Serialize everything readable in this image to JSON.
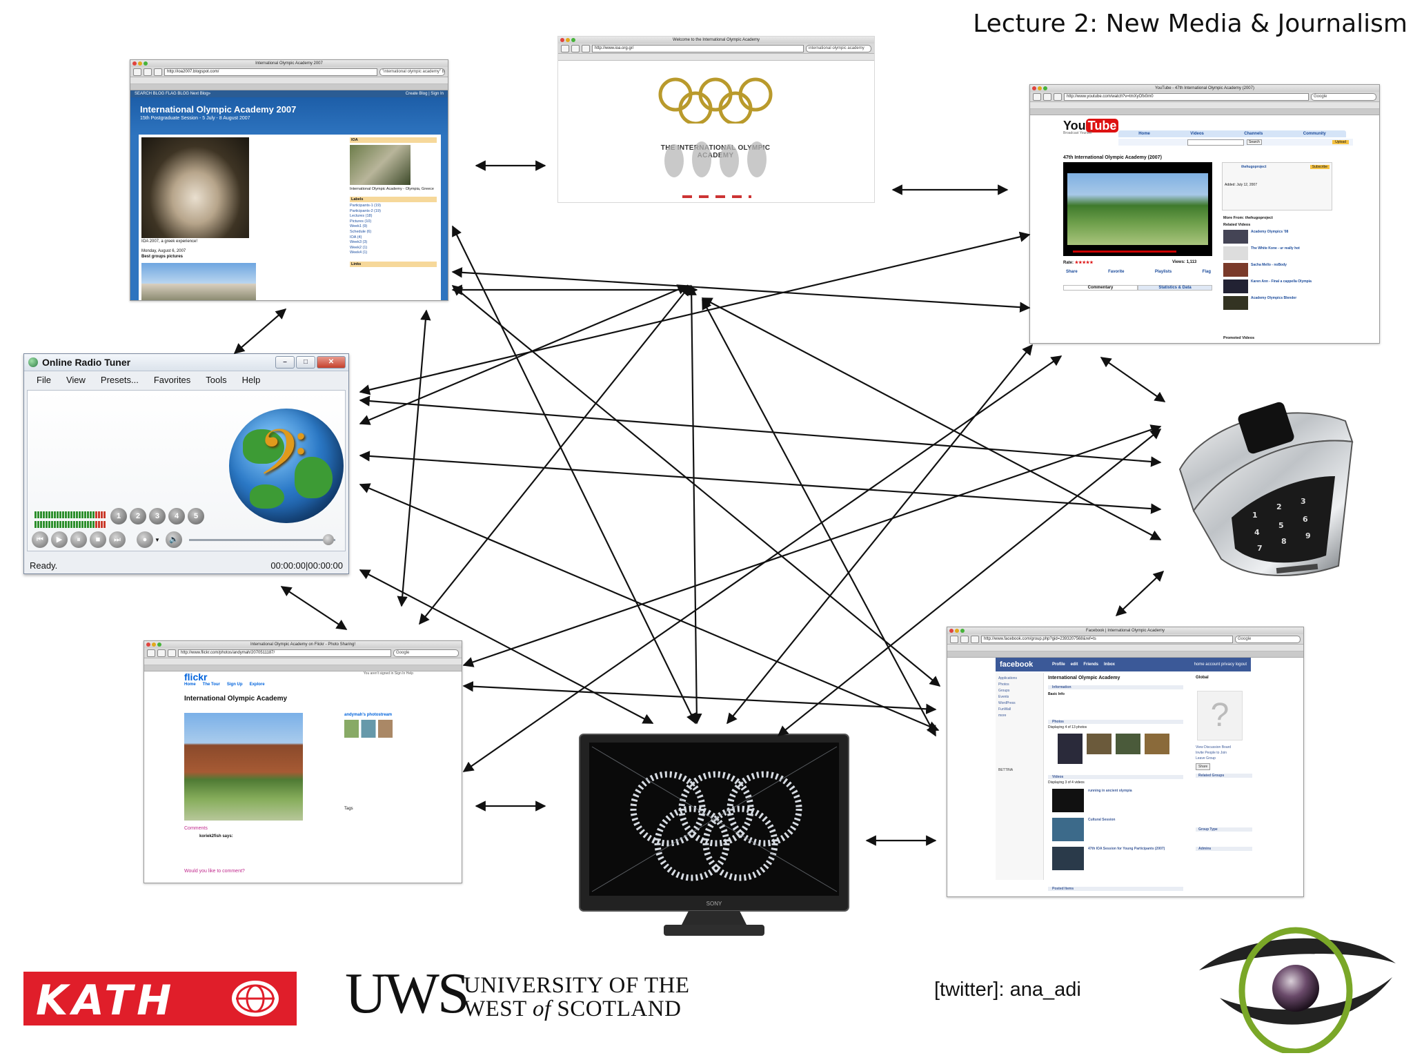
{
  "lecture_title": "Lecture 2: New Media & Journalism",
  "blogger": {
    "window_title": "International Olympic Academy 2007",
    "url": "http://ioa2007.blogspot.com/",
    "search": "\"international olympic academy\" blogger",
    "header_title": "International Olympic Academy 2007",
    "subtitle": "15th Postgraduate Session - 5 July - 8 August 2007",
    "nav_left": "SEARCH BLOG  FLAG BLOG  Next Blog»",
    "nav_right": "Create Blog | Sign In",
    "sidebar_heading": "IOA",
    "photo_caption": "International Olympic Academy - Olympia, Greece",
    "labels_heading": "Labels",
    "labels": [
      "Participants-1 (19)",
      "Participants-2 (19)",
      "Lectures (18)",
      "Pictures (10)",
      "Week1 (9)",
      "Schedule (6)",
      "IOA (4)",
      "Week3 (3)",
      "Week2 (1)",
      "Week4 (1)"
    ],
    "links_heading": "Links",
    "post_caption": "IOA 2007, a greek experience!",
    "post_date": "Monday, August 6, 2007",
    "post_title": "Best groups pictures"
  },
  "ioa_site": {
    "window_title": "Welcome to the International Olympic Academy",
    "url": "http://www.ioa.org.gr/",
    "search": "international olympic academy",
    "logo_text": "THE INTERNATIONAL OLYMPIC ACADEMY"
  },
  "youtube": {
    "window_title": "YouTube - 47th International Olympic Academy (2007)",
    "url": "http://www.youtube.com/watch?v=tmXyOfx0m0",
    "search": "Google",
    "brand_you": "You",
    "brand_tube": "Tube",
    "tagline": "Broadcast Yourself",
    "nav": [
      "Home",
      "Videos",
      "Channels",
      "Community"
    ],
    "upload": "Upload",
    "search_btn": "Search",
    "video_title": "47th International Olympic Academy (2007)",
    "rate": "Rate:",
    "views": "Views: 1,113",
    "actions": [
      "Share",
      "Favorite",
      "Playlists",
      "Flag"
    ],
    "tabs": [
      "Commentary",
      "Statistics & Data"
    ],
    "uploader": "thehugoproject",
    "subscribe": "Subscribe",
    "added": "Added: July 12, 2007",
    "more_from": "More From: thehugoproject",
    "related": "Related Videos",
    "related_titles": [
      "Academy Olympics '08",
      "The White Kone - ur really hot",
      "Sacha Mello - noBody",
      "Karen Ann - Final a cappella Olympia",
      "Academy Olympics Blender"
    ],
    "promoted": "Promoted Videos"
  },
  "radio": {
    "title": "Online Radio Tuner",
    "menu": [
      "File",
      "View",
      "Presets...",
      "Favorites",
      "Tools",
      "Help"
    ],
    "presets": [
      "1",
      "2",
      "3",
      "4",
      "5"
    ],
    "status": "Ready.",
    "time": "00:00:00|00:00:00"
  },
  "flickr": {
    "window_title": "International Olympic Academy on Flickr - Photo Sharing!",
    "url": "http://www.flickr.com/photos/andymah/2070511187/",
    "search": "Google",
    "logo": "flickr",
    "nav": [
      "Home",
      "The Tour",
      "Sign Up",
      "Explore"
    ],
    "signin": "You aren't signed in   Sign In   Help",
    "photo_title": "International Olympic Academy",
    "owner": "andymah's photostream",
    "comments_heading": "Comments",
    "commenter": "koriek2fish says:",
    "comment_prompt": "Would you like to comment?",
    "tags_heading": "Tags"
  },
  "facebook": {
    "window_title": "Facebook | International Olympic Academy",
    "url": "http://www.facebook.com/group.php?gid=2393207568&ref=ts",
    "search": "Google",
    "logo": "facebook",
    "nav": [
      "Profile",
      "edit",
      "Friends",
      "Inbox"
    ],
    "nav_right": "home  account  privacy  logout",
    "group_title": "International Olympic Academy",
    "scope": "Global",
    "sections": [
      "Information",
      "Photos",
      "Videos",
      "Posted Items"
    ],
    "basic_info": "Basic Info",
    "photos_count": "Displaying 4 of 13 photos",
    "videos_count": "Displaying 3 of 4 videos",
    "video_items": [
      "running in ancient olympia",
      "Cultural Session",
      "47th IOA Session for Young Participants (2007)"
    ],
    "side_links": [
      "View Discussion Board",
      "Invite People to Join",
      "Leave Group"
    ],
    "share": "Share",
    "related_groups": "Related Groups",
    "group_type": "Group Type",
    "admins": "Admins",
    "sidebar_links": [
      "Applications",
      "Photos",
      "Groups",
      "Events",
      "WordPress",
      "FunWall",
      "more"
    ],
    "user": "BETTINA"
  },
  "tv": {
    "brand": "SONY"
  },
  "footer": {
    "katho": "KATH",
    "uws_letters": "UWS",
    "uws_line1": "UNIVERSITY OF THE",
    "uws_line2_a": "WEST",
    "uws_line2_of": "of",
    "uws_line2_b": "SCOTLAND",
    "twitter": "[twitter]: ana_adi"
  }
}
